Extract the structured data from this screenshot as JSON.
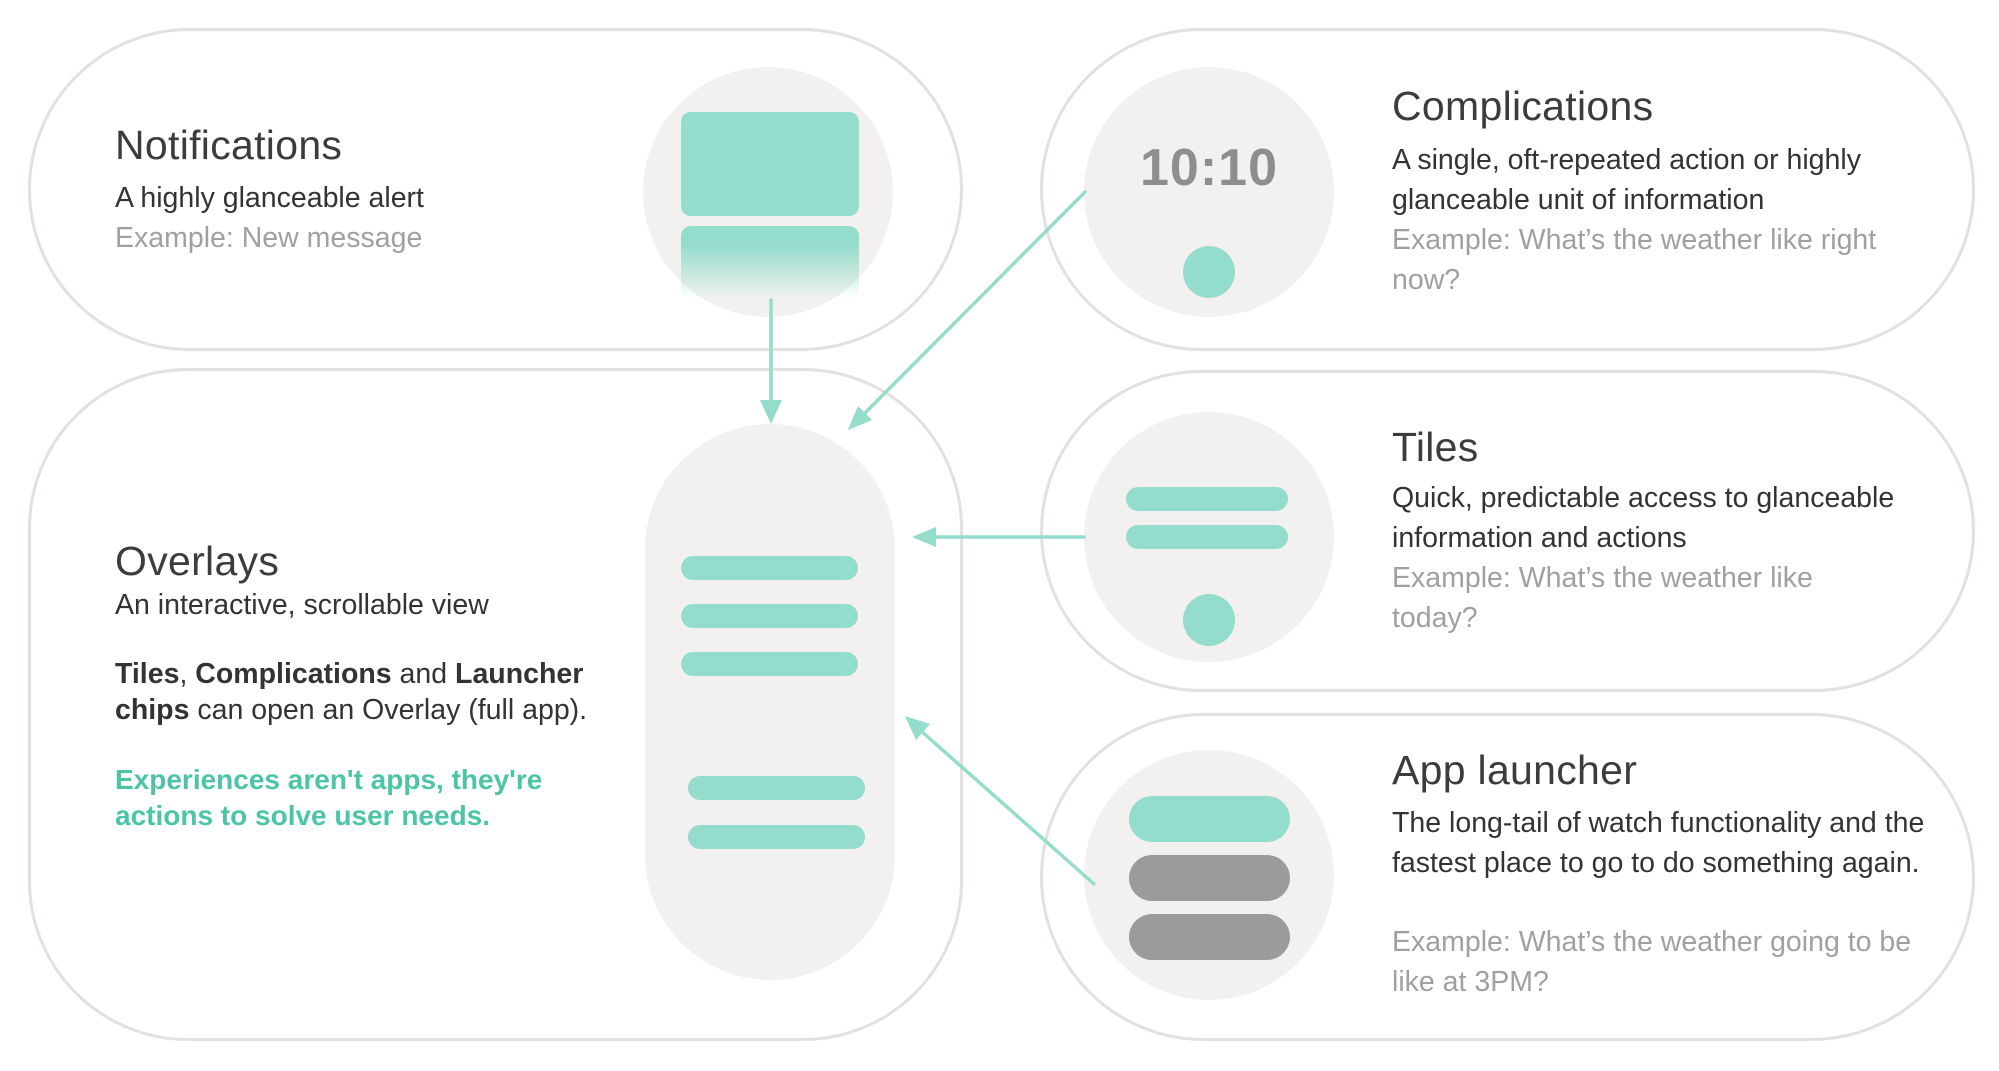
{
  "notifications": {
    "title": "Notifications",
    "description": "A highly glanceable alert",
    "example": "Example:  New message"
  },
  "complications": {
    "title": "Complications",
    "time": "10:10",
    "description": "A single, oft-repeated action or highly glanceable unit of information",
    "example": "Example:  What’s the weather like right now?"
  },
  "overlays": {
    "title": "Overlays",
    "description": "An interactive, scrollable view",
    "open_note": {
      "tiles": "Tiles",
      "sep1": ", ",
      "complications": "Complications",
      "and": " and ",
      "launcher_chips": "Launcher chips",
      "rest": " can open an Overlay (full app)."
    },
    "highlight": "Experiences aren't apps, they're actions to solve user needs."
  },
  "tiles": {
    "title": "Tiles",
    "description": "Quick, predictable access to glanceable information and actions",
    "example": "Example: What’s the weather like today?"
  },
  "app_launcher": {
    "title": "App launcher",
    "description": "The long-tail of watch functionality and the fastest place to go to do something again.",
    "example": "Example:  What’s the weather going to be like at 3PM?"
  },
  "colors": {
    "accent": "#94dccb",
    "accent_text": "#4cc4a8",
    "watch_face": "#f2f1f0",
    "card_border": "#e4e0de",
    "chip_gray": "#9b9b9b"
  }
}
